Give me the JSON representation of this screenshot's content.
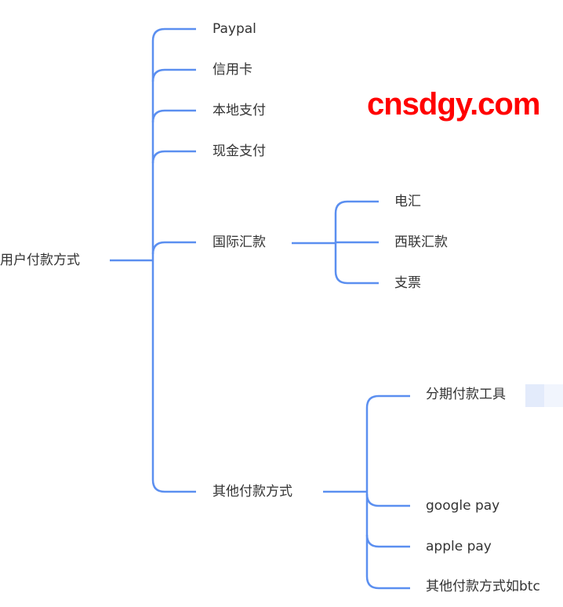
{
  "root": {
    "label": "用户付款方式"
  },
  "branches": [
    {
      "label": "Paypal"
    },
    {
      "label": "信用卡"
    },
    {
      "label": "本地支付"
    },
    {
      "label": "现金支付"
    },
    {
      "label": "国际汇款",
      "children": [
        {
          "label": "电汇"
        },
        {
          "label": "西联汇款"
        },
        {
          "label": "支票"
        }
      ]
    },
    {
      "label": "其他付款方式",
      "children": [
        {
          "label": "分期付款工具"
        },
        {
          "label": "google pay"
        },
        {
          "label": "apple pay"
        },
        {
          "label": "其他付款方式如btc"
        }
      ]
    }
  ],
  "watermark": "cnsdgy.com",
  "colors": {
    "line": "#5b8ff0",
    "text": "#333333",
    "watermark": "#ff0000"
  }
}
